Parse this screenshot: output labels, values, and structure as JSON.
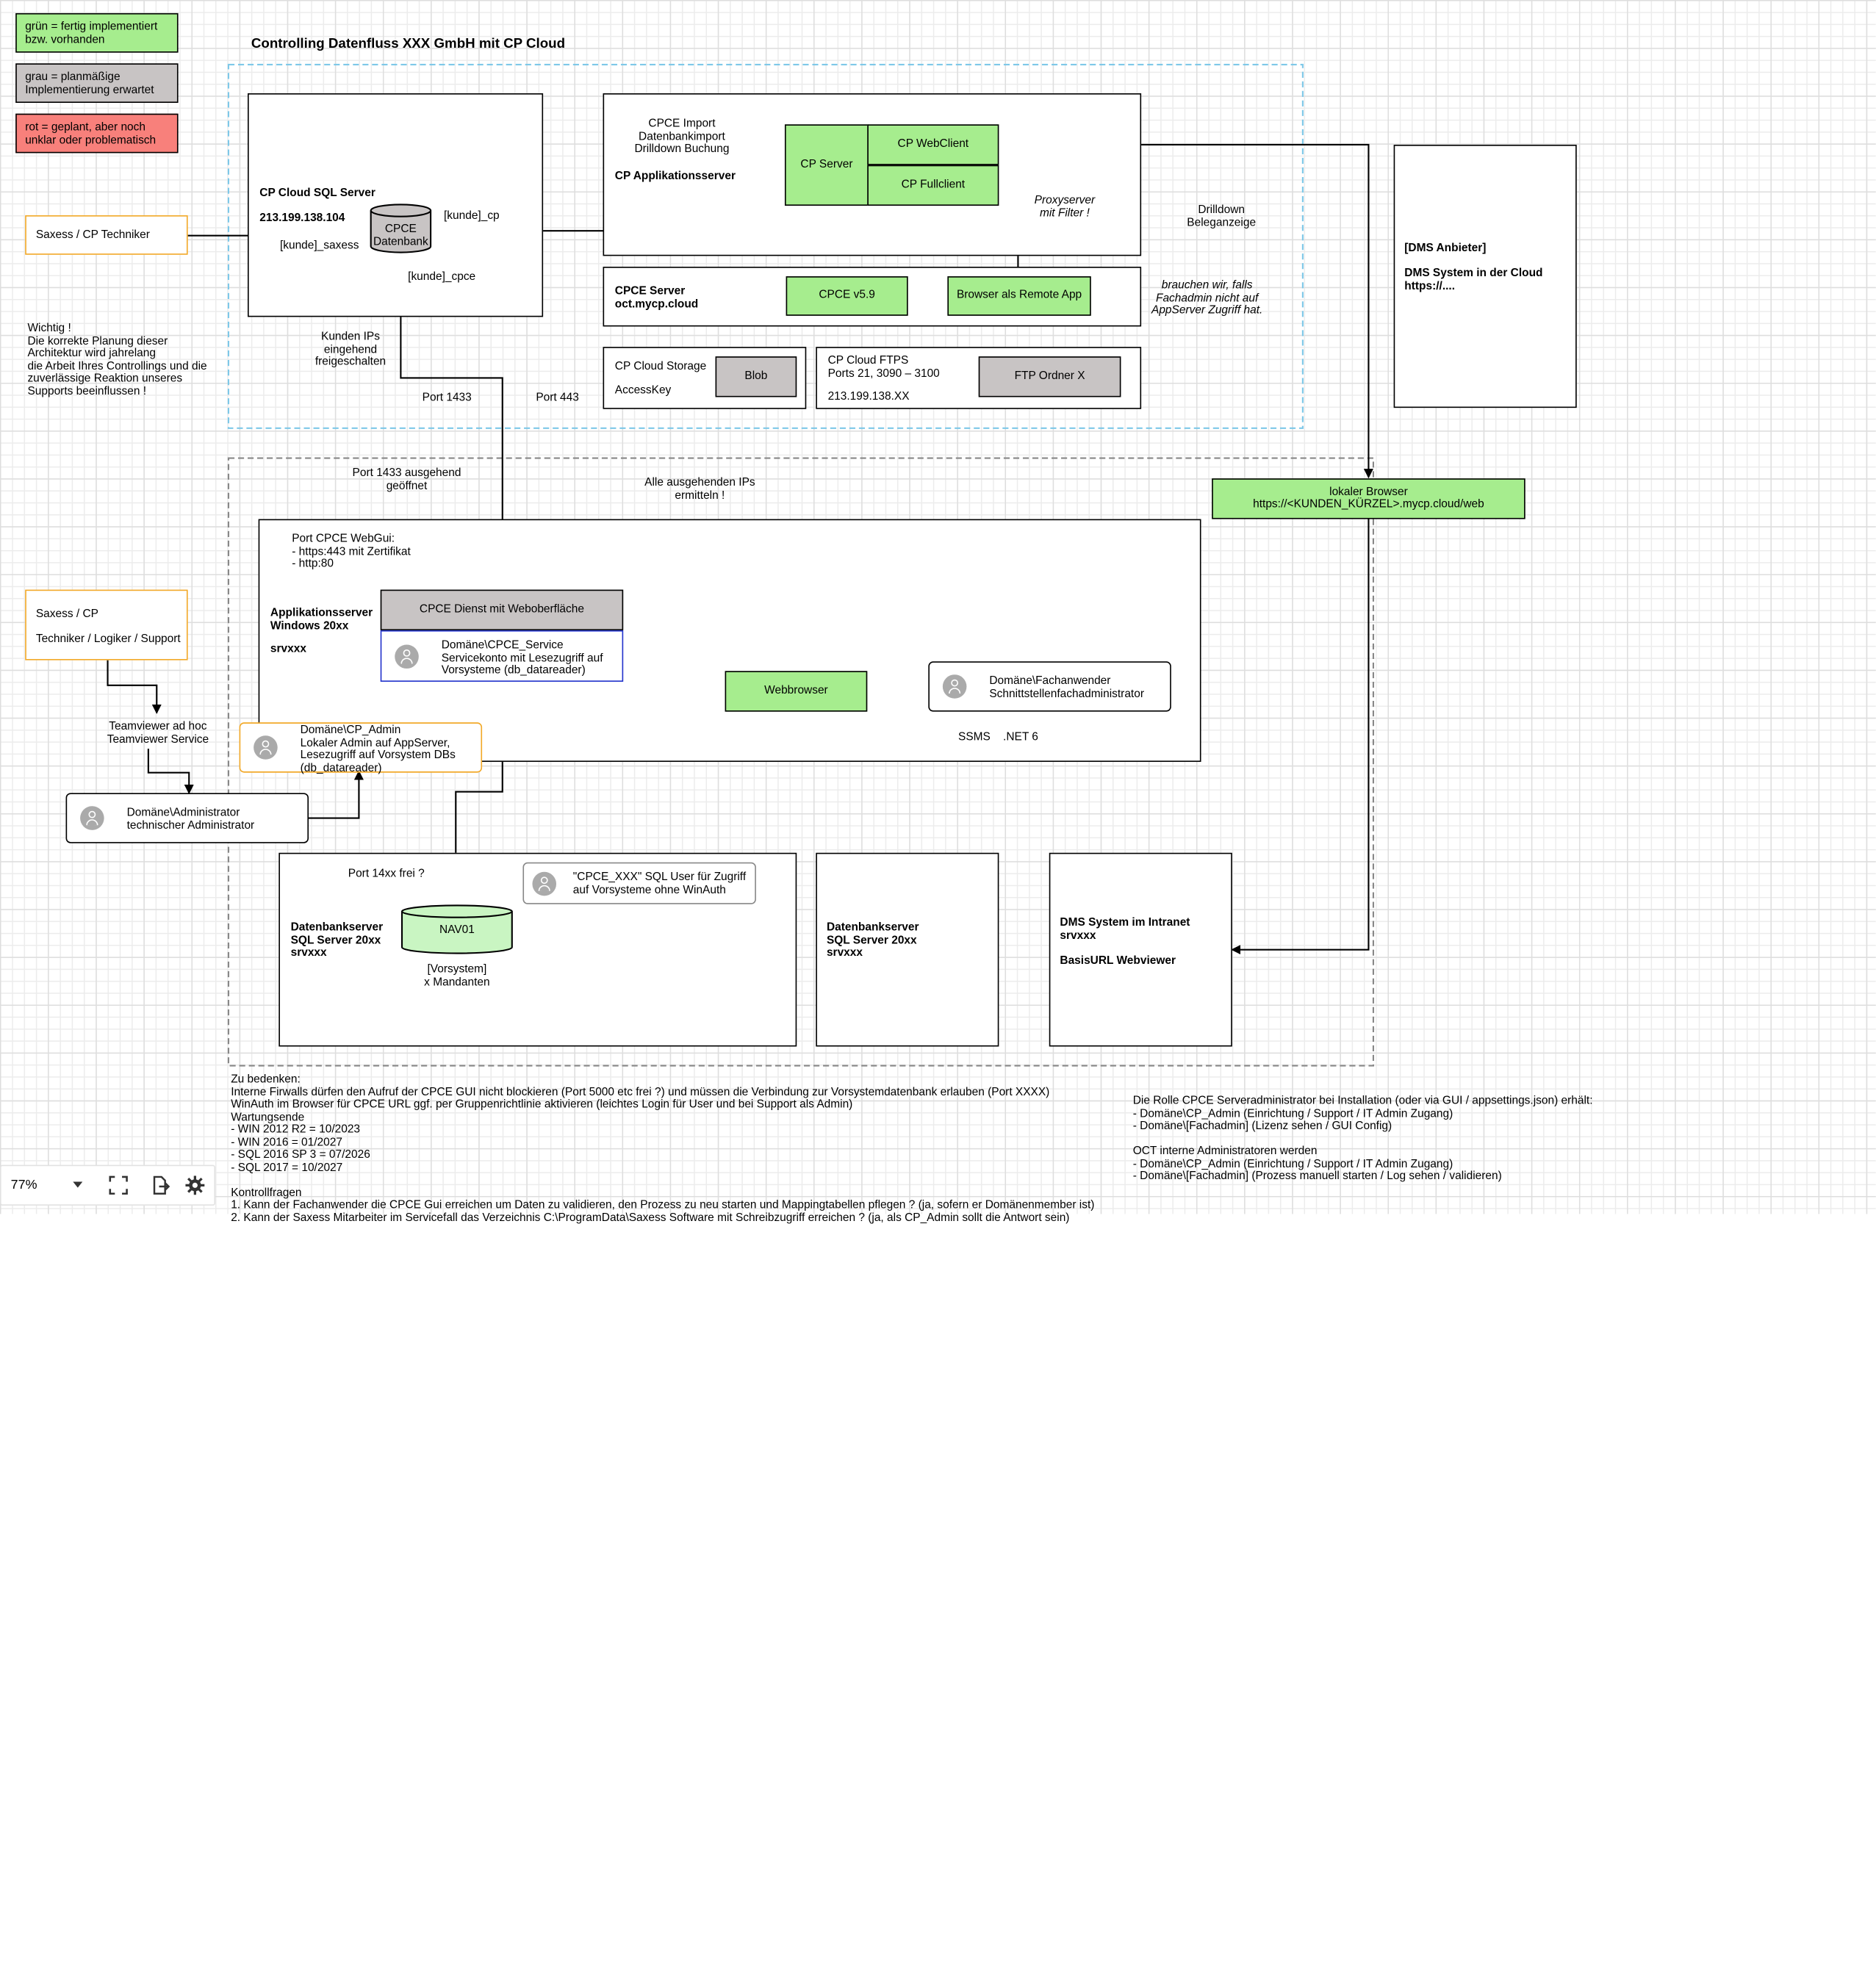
{
  "title": "Controlling Datenfluss XXX GmbH mit CP Cloud",
  "legend": [
    {
      "text": "grün = fertig implementiert\nbzw. vorhanden",
      "color": "#a6ed8e"
    },
    {
      "text": "grau = planmäßige\nImplementierung erwartet",
      "color": "#c8c4c4"
    },
    {
      "text": "rot = geplant, aber noch\nunklar oder problematisch",
      "color": "#f8807b"
    }
  ],
  "saxess_tech": "Saxess / CP Techniker",
  "warning": "Wichtig !\nDie korrekte Planung dieser\nArchitektur wird jahrelang\ndie Arbeit Ihres Controllings und die\nzuverlässige Reaktion unseres\nSupports beeinflussen !",
  "sql_server": {
    "title": "CP Cloud SQL Server",
    "ip": "213.199.138.104",
    "db": "CPCE\nDatenbank",
    "kunde_cp": "[kunde]_cp",
    "kunde_saxess": "[kunde]_saxess",
    "kunde_cpce": "[kunde]_cpce"
  },
  "cloud_notes": {
    "kunden_ips": "Kunden IPs\neingehend\nfreigeschalten",
    "port1433": "Port 1433",
    "port443": "Port 443"
  },
  "app_server": {
    "import_text": "CPCE Import\nDatenbankimport\nDrilldown Buchung",
    "title": "CP Applikationsserver",
    "cp_server": "CP Server",
    "webclient": "CP WebClient",
    "fullclient": "CP Fullclient"
  },
  "proxy": "Proxyserver\nmit Filter !",
  "drilldown": "Drilldown\nBeleganzeige",
  "cpce_server": {
    "title": "CPCE Server\noct.mycp.cloud",
    "version": "CPCE v5.9",
    "browser": "Browser als Remote App"
  },
  "brauchen": "brauchen wir, falls\nFachadmin nicht auf\nAppServer Zugriff hat.",
  "storage": {
    "title": "CP Cloud Storage",
    "accesskey": "AccessKey",
    "blob": "Blob"
  },
  "ftps": {
    "title": "CP Cloud FTPS\nPorts 21, 3090 – 3100",
    "ip": "213.199.138.XX",
    "ordner": "FTP Ordner X"
  },
  "dms_cloud": "[DMS Anbieter]\n\nDMS System in der Cloud\nhttps://....",
  "local_browser": "lokaler Browser\nhttps://<KUNDEN_KÜRZEL>.mycp.cloud/web",
  "port1433_out": "Port 1433 ausgehend\ngeöffnet",
  "ausgehend": "Alle ausgehenden IPs\nermitteln !",
  "webgui": "Port CPCE WebGui:\n- https:443 mit Zertifikat\n- http:80",
  "appserver_win": {
    "title": "Applikationsserver\nWindows 20xx",
    "srv": "srvxxx"
  },
  "cpce_dienst": "CPCE Dienst mit Weboberfläche",
  "cpce_service": "Domäne\\CPCE_Service\nServicekonto mit Lesezugriff auf\nVorsysteme (db_datareader)",
  "webbrowser": "Webbrowser",
  "fachanwender": "Domäne\\Fachanwender\nSchnittstellenfachadministrator",
  "ssms": "SSMS    .NET 6",
  "saxess_cp": "Saxess / CP\n\nTechniker / Logiker / Support",
  "teamviewer": "Teamviewer ad hoc\nTeamviewer Service",
  "cp_admin": "Domäne\\CP_Admin\nLokaler Admin auf AppServer,\nLesezugriff auf Vorsystem DBs\n(db_datareader)",
  "administrator": "Domäne\\Administrator\ntechnischer Administrator",
  "port14xx": "Port 14xx frei ?",
  "db_server": "Datenbankserver\nSQL Server 20xx\nsrvxxx",
  "nav01": "NAV01",
  "vorsystem": "[Vorsystem]\nx Mandanten",
  "cpce_sql_user": "\"CPCE_XXX\" SQL User für Zugriff\nauf Vorsysteme ohne WinAuth",
  "dms_intranet": "DMS System im Intranet\nsrvxxx\n\nBasisURL Webviewer",
  "bottom_notes": "Zu bedenken:\nInterne Firwalls dürfen den Aufruf der CPCE GUI nicht blockieren (Port 5000 etc frei ?) und müssen die Verbindung zur Vorsystemdatenbank erlauben (Port XXXX)\nWinAuth im Browser für CPCE URL ggf. per Gruppenrichtlinie aktivieren (leichtes Login für User und bei Support als Admin)\nWartungsende\n- WIN 2012 R2 = 10/2023\n- WIN 2016 = 01/2027\n- SQL 2016 SP 3 = 07/2026\n- SQL 2017 = 10/2027\n\nKontrollfragen\n1. Kann der Fachanwender die CPCE Gui erreichen um Daten zu validieren, den Prozess zu neu starten und Mappingtabellen pflegen ? (ja, sofern er Domänenmember ist)\n2. Kann der Saxess Mitarbeiter im Servicefall das Verzeichnis C:\\ProgramData\\Saxess Software mit Schreibzugriff erreichen ? (ja, als CP_Admin sollt die Antwort sein)",
  "roles_notes": "Die Rolle CPCE Serveradministrator bei Installation (oder via GUI / appsettings.json) erhält:\n- Domäne\\CP_Admin (Einrichtung / Support / IT Admin Zugang)\n- Domäne\\[Fachadmin] (Lizenz sehen / GUI Config)\n\nOCT interne Administratoren werden\n- Domäne\\CP_Admin (Einrichtung / Support / IT Admin Zugang)\n- Domäne\\[Fachadmin] (Prozess manuell starten / Log sehen / validieren)",
  "toolbar": {
    "zoom": "77%"
  }
}
